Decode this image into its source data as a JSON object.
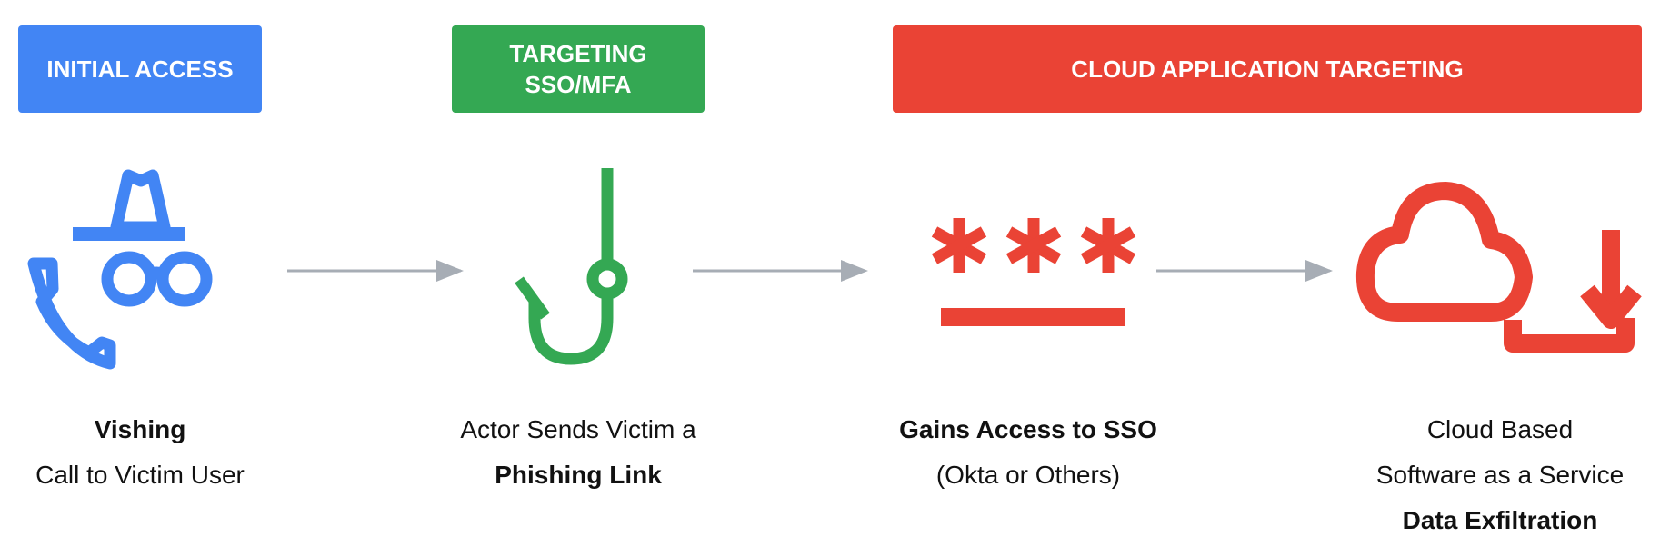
{
  "phases": [
    {
      "label": "INITIAL ACCESS",
      "color": "#4285F4"
    },
    {
      "label": "TARGETING SSO/MFA",
      "color": "#34A853"
    },
    {
      "label": "CLOUD APPLICATION TARGETING",
      "color": "#EA4335"
    }
  ],
  "steps": [
    {
      "icon": "incognito-phone-icon",
      "bold": "Vishing",
      "line": "Call to Victim User"
    },
    {
      "icon": "fishing-hook-icon",
      "line": "Actor Sends Victim a",
      "bold": "Phishing Link"
    },
    {
      "icon": "password-asterisks-icon",
      "bold": "Gains Access to SSO",
      "line": "(Okta or Others)"
    },
    {
      "icon": "cloud-download-icon",
      "line1": "Cloud Based",
      "line2": "Software as a Service",
      "bold": "Data Exfiltration"
    }
  ],
  "colors": {
    "arrow": "#A7ADB5",
    "text": "#111111"
  }
}
